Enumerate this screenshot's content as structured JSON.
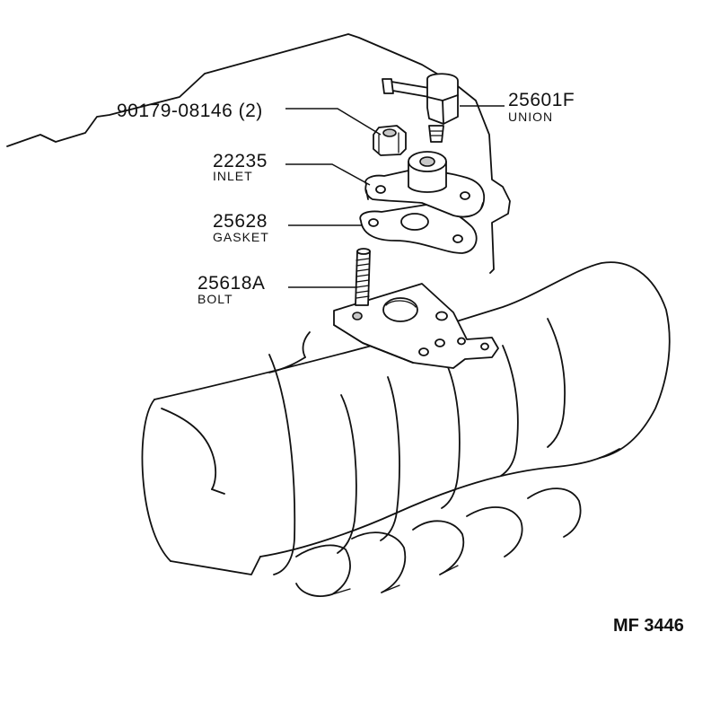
{
  "callouts": [
    {
      "key": "nut",
      "part_number": "90179-08146 (2)",
      "description": ""
    },
    {
      "key": "union",
      "part_number": "25601F",
      "description": "UNION"
    },
    {
      "key": "inlet",
      "part_number": "22235",
      "description": "INLET"
    },
    {
      "key": "gasket",
      "part_number": "25628",
      "description": "GASKET"
    },
    {
      "key": "bolt",
      "part_number": "25618A",
      "description": "BOLT"
    }
  ],
  "figure_code": "MF 3446"
}
